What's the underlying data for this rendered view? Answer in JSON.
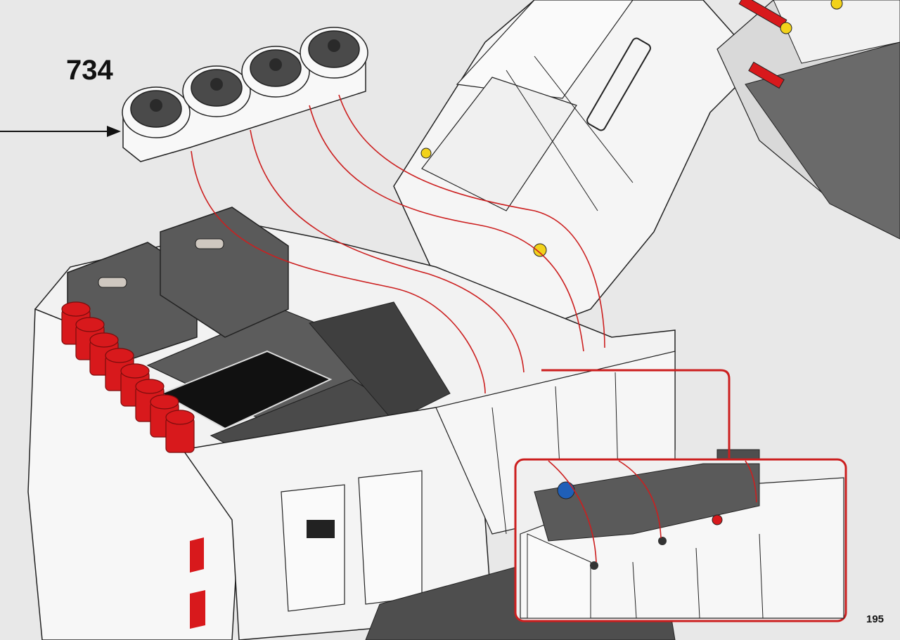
{
  "instruction": {
    "step_number": "734",
    "page_number": "195"
  },
  "colors": {
    "background": "#e8e8e8",
    "callout_red": "#cc1f1f",
    "brick_white": "#f7f7f7",
    "brick_dark_gray": "#5c5c5c",
    "brick_red": "#d8191c",
    "brick_black": "#111111",
    "brick_yellow": "#f2d21b",
    "brick_blue": "#1f5fb8"
  },
  "parts": {
    "highlight": "fan-unit-x4"
  }
}
